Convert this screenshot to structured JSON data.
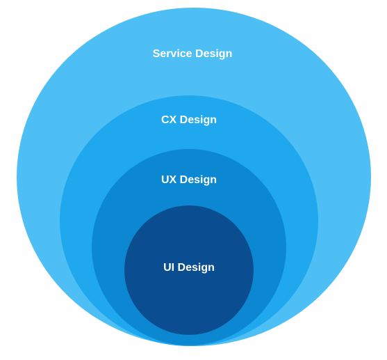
{
  "diagram": {
    "rings": [
      {
        "label": "Service Design",
        "color": "#4dbff5"
      },
      {
        "label": "CX Design",
        "color": "#1fa8ee"
      },
      {
        "label": "UX Design",
        "color": "#0c88d2"
      },
      {
        "label": "UI Design",
        "color": "#0a4e91"
      }
    ],
    "background": "#ffffff"
  }
}
